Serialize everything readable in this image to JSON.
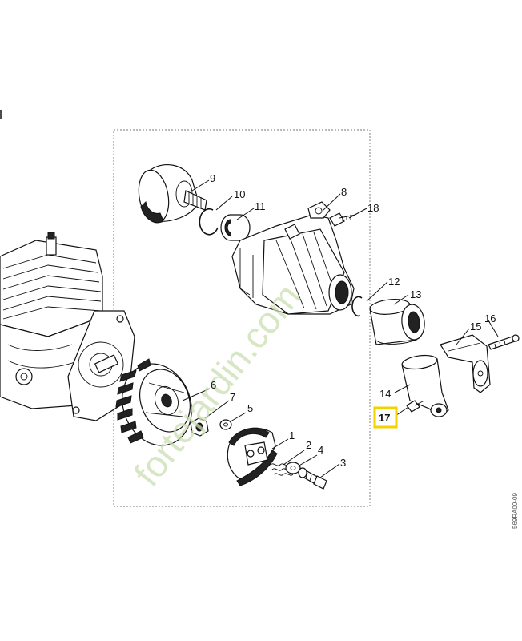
{
  "diagram": {
    "callouts": [
      {
        "id": "1",
        "text": "1"
      },
      {
        "id": "2",
        "text": "2"
      },
      {
        "id": "3",
        "text": "3"
      },
      {
        "id": "4",
        "text": "4"
      },
      {
        "id": "5",
        "text": "5"
      },
      {
        "id": "6",
        "text": "6"
      },
      {
        "id": "7",
        "text": "7"
      },
      {
        "id": "8",
        "text": "8"
      },
      {
        "id": "9",
        "text": "9"
      },
      {
        "id": "10",
        "text": "10"
      },
      {
        "id": "11",
        "text": "11"
      },
      {
        "id": "12",
        "text": "12"
      },
      {
        "id": "13",
        "text": "13"
      },
      {
        "id": "14",
        "text": "14"
      },
      {
        "id": "15",
        "text": "15"
      },
      {
        "id": "16",
        "text": "16"
      },
      {
        "id": "17",
        "text": "17",
        "highlighted": true
      }
    ],
    "highlight_color": "#f2d200",
    "watermark": {
      "text": "fortejardin.com",
      "color": "#c9ddb0"
    },
    "figure_code": "569RA00-09"
  }
}
